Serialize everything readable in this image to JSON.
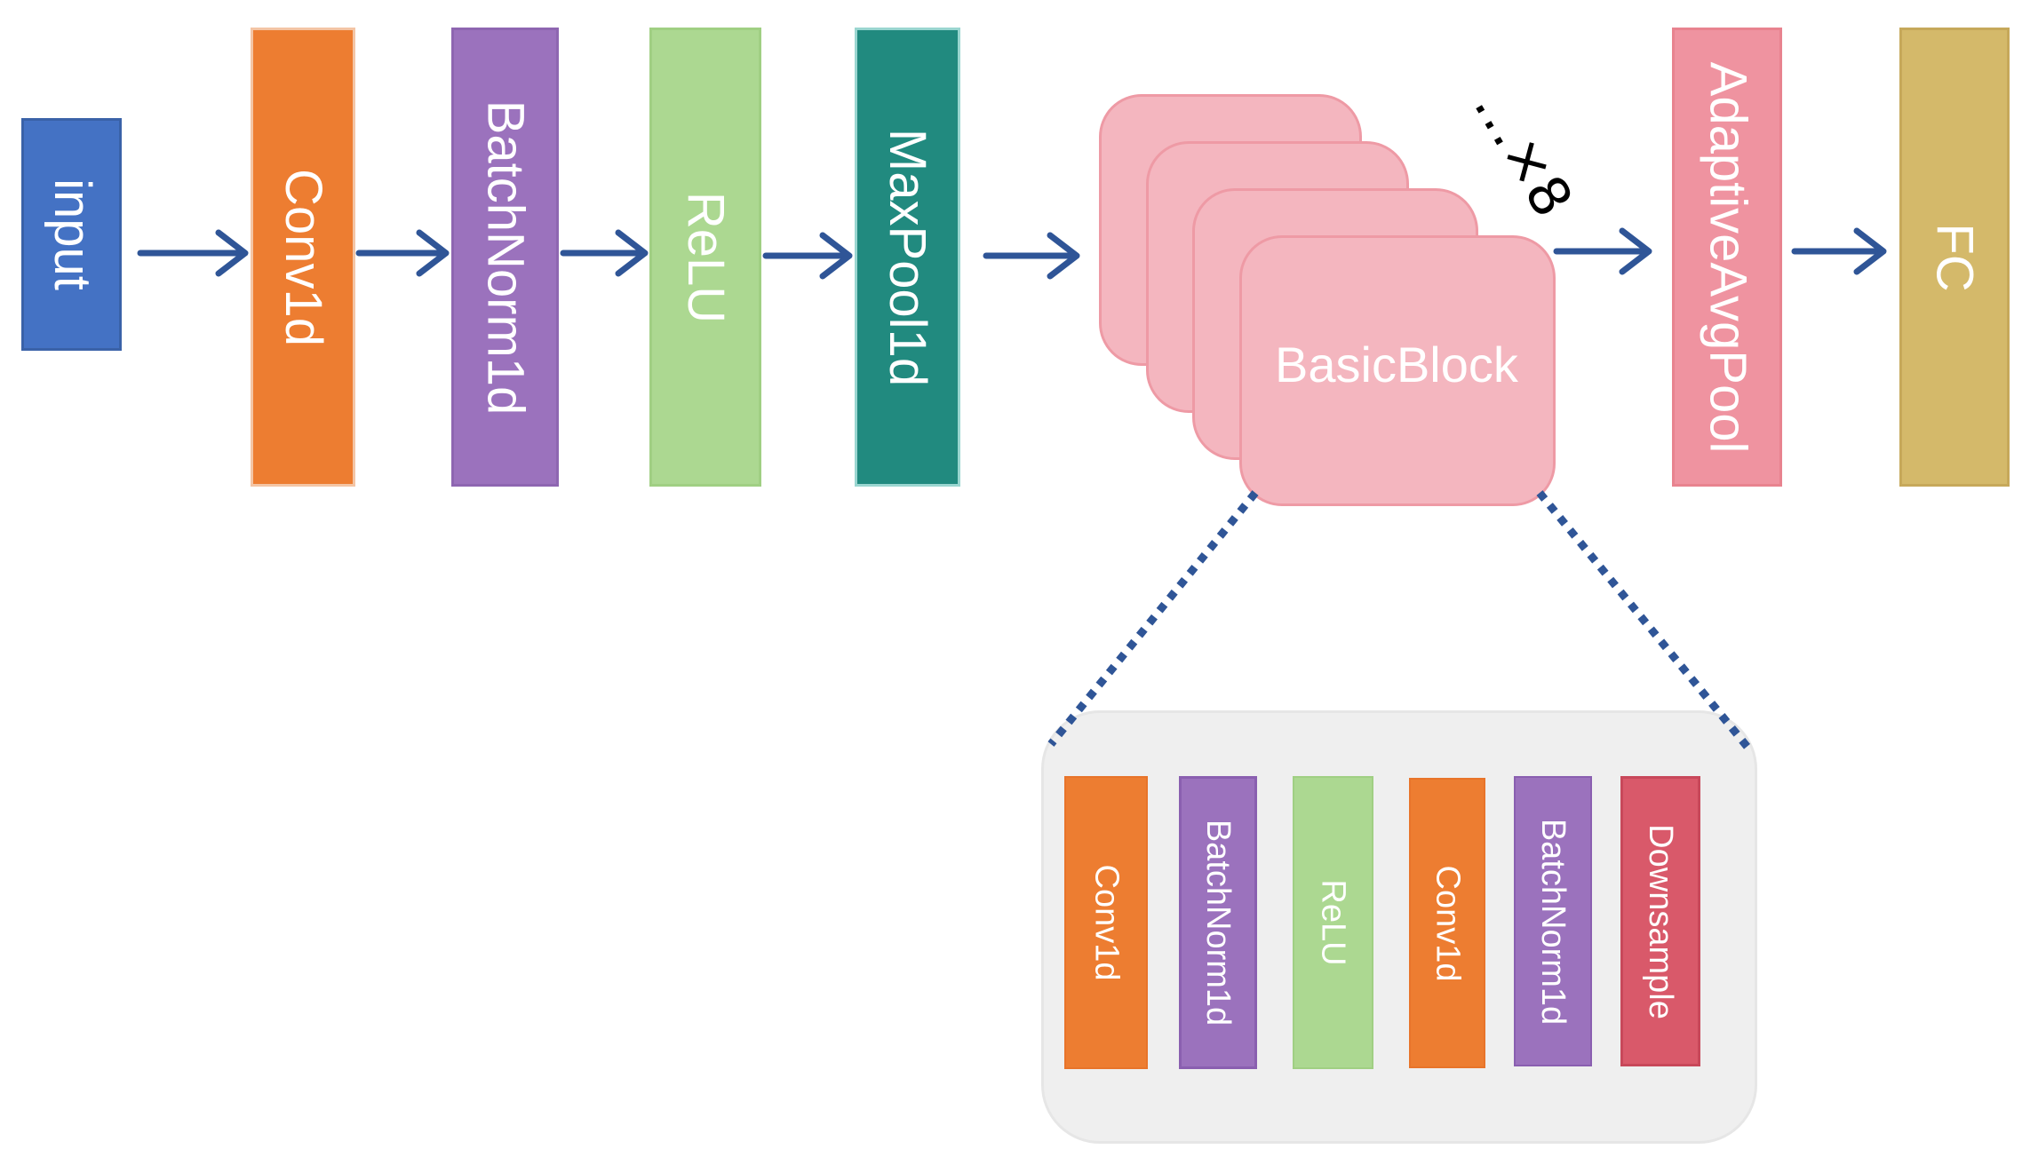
{
  "main_pipeline": [
    {
      "id": "input",
      "label": "input",
      "color": "#4472c4"
    },
    {
      "id": "conv1d",
      "label": "Conv1d",
      "color": "#ed7d31"
    },
    {
      "id": "batchnorm1d",
      "label": "BatchNorm1d",
      "color": "#9b72bd"
    },
    {
      "id": "relu",
      "label": "ReLU",
      "color": "#acd891"
    },
    {
      "id": "maxpool1d",
      "label": "MaxPool1d",
      "color": "#218a7f"
    }
  ],
  "basic_block": {
    "label": "BasicBlock",
    "repeat_label": "…×8",
    "color": "#f4b6bf"
  },
  "tail_pipeline": [
    {
      "id": "adaptiveavgpool",
      "label": "AdaptiveAvgPool",
      "color": "#ef93a0"
    },
    {
      "id": "fc",
      "label": "FC",
      "color": "#d4b96a"
    }
  ],
  "block_detail": [
    {
      "id": "detail-conv1d-1",
      "label": "Conv1d",
      "color": "#ed7d31"
    },
    {
      "id": "detail-batchnorm1d-1",
      "label": "BatchNorm1d",
      "color": "#9b72bd"
    },
    {
      "id": "detail-relu",
      "label": "ReLU",
      "color": "#acd891"
    },
    {
      "id": "detail-conv1d-2",
      "label": "Conv1d",
      "color": "#ed7d31"
    },
    {
      "id": "detail-batchnorm1d-2",
      "label": "BatchNorm1d",
      "color": "#9b72bd"
    },
    {
      "id": "detail-downsample",
      "label": "Downsample",
      "color": "#d9596a"
    }
  ],
  "colors": {
    "arrow": "#2f5597",
    "dotted_line": "#2f5597",
    "panel_background": "#efefef"
  }
}
